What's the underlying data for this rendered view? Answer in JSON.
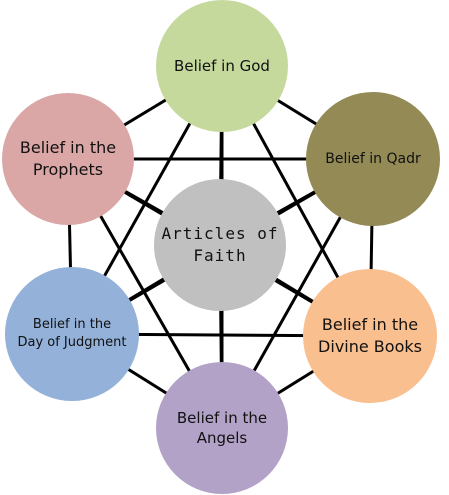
{
  "diagram": {
    "nodes": [
      {
        "id": "god",
        "label": "Belief in God",
        "color": "#c5d99d"
      },
      {
        "id": "qadr",
        "label": "Belief in Qadr",
        "color": "#938a55"
      },
      {
        "id": "books",
        "label": "Belief in the\nDivine Books",
        "color": "#f9bf8f"
      },
      {
        "id": "angels",
        "label": "Belief in the\nAngels",
        "color": "#b3a2c7"
      },
      {
        "id": "judgment",
        "label": "Belief in the\nDay of Judgment",
        "color": "#93b1d9"
      },
      {
        "id": "prophets",
        "label": "Belief in the\nProphets",
        "color": "#dba7a6"
      },
      {
        "id": "center",
        "label": "Articles of\nFaith",
        "color": "#c0c0c0"
      }
    ],
    "edge_color": "#000000"
  }
}
